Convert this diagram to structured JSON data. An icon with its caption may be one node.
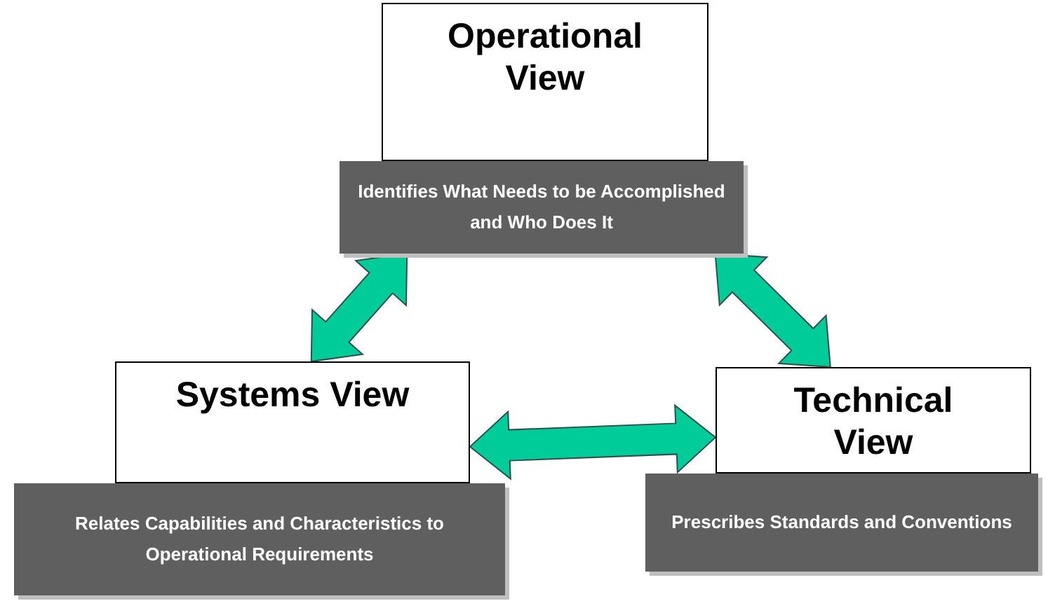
{
  "diagram": {
    "nodes": [
      {
        "text": [
          "Operational View"
        ]
      },
      {
        "text": [
          "Identifies What Needs to be Accomplished and Who Does It"
        ]
      },
      {
        "text": [
          "Systems View"
        ]
      },
      {
        "text": [
          "Relates Capabilities and Characteristics to Operational Requirements"
        ]
      },
      {
        "text": [
          "Technical View"
        ]
      },
      {
        "text": [
          "Prescribes Standards and Conventions"
        ]
      }
    ],
    "edges": [
      {
        "from": 2,
        "to": 1,
        "arrow": "both"
      },
      {
        "from": 1,
        "to": 4,
        "arrow": "both"
      },
      {
        "from": 2,
        "to": 4,
        "arrow": "both"
      }
    ]
  }
}
